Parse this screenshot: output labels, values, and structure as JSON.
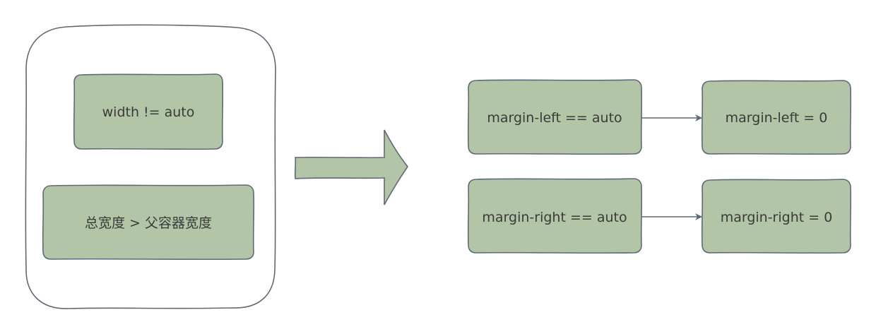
{
  "diagram": {
    "condition_box": {
      "label": "width != auto"
    },
    "overflow_box": {
      "label": "总宽度 > 父容器宽度"
    },
    "rules": [
      {
        "from": "margin-left == auto",
        "to": "margin-left = 0"
      },
      {
        "from": "margin-right == auto",
        "to": "margin-right = 0"
      }
    ]
  },
  "colors": {
    "box_fill": "#b2c5a6",
    "box_stroke": "#5f6976",
    "arrow_fill": "#b2c5a6",
    "arrow_stroke": "#5f6976",
    "container_stroke": "#5f6976",
    "connector": "#5f6976",
    "text": "#3a3a3a"
  }
}
